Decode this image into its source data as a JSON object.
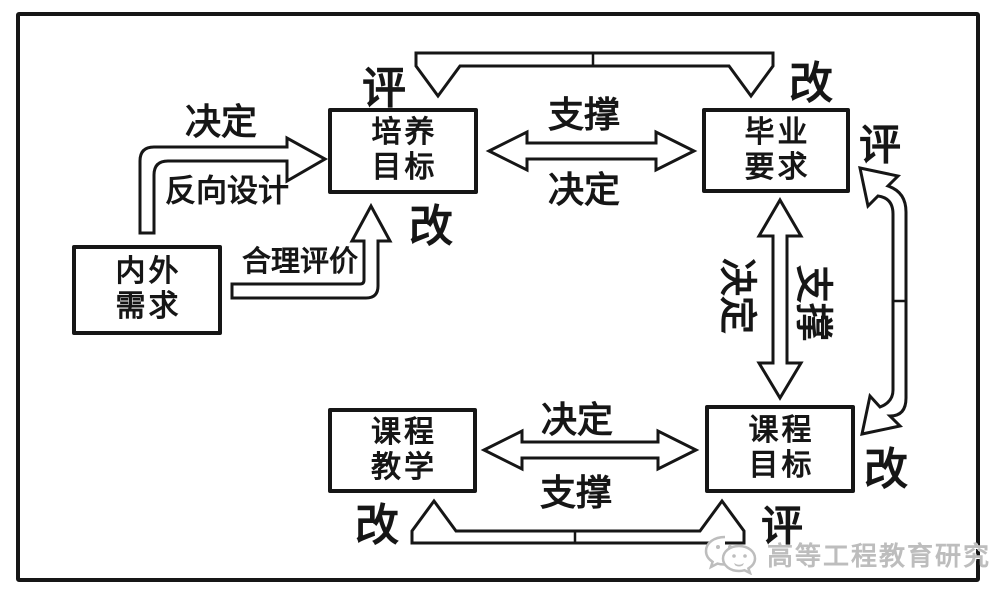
{
  "diagram": {
    "title_semantic": "OBE reverse-design continuous-improvement loop diagram",
    "boxes": {
      "internal_external_needs": {
        "line1": "内外",
        "line2": "需求"
      },
      "training_objectives": {
        "line1": "培养",
        "line2": "目标"
      },
      "graduation_requirements": {
        "line1": "毕业",
        "line2": "要求"
      },
      "course_teaching": {
        "line1": "课程",
        "line2": "教学"
      },
      "course_objectives": {
        "line1": "课程",
        "line2": "目标"
      }
    },
    "labels": {
      "decide_top_left": "决定",
      "reverse_design": "反向设计",
      "reasonable_evaluation": "合理评价",
      "improve_mid": "改",
      "evaluate_top": "评",
      "improve_top_right": "改",
      "support_top": "支撑",
      "decide_top_mid": "决定",
      "evaluate_right": "评",
      "decide_vertical": "决定",
      "support_vertical": "支撑",
      "improve_right": "改",
      "decide_bottom": "决定",
      "support_bottom": "支撑",
      "improve_bottom_left": "改",
      "evaluate_bottom_right": "评"
    },
    "watermark": {
      "text": "高等工程教育研究",
      "icon": "wechat-icon"
    },
    "colors": {
      "ink": "#161616",
      "background": "#ffffff",
      "watermark_gray": "#bdbdbd"
    }
  }
}
